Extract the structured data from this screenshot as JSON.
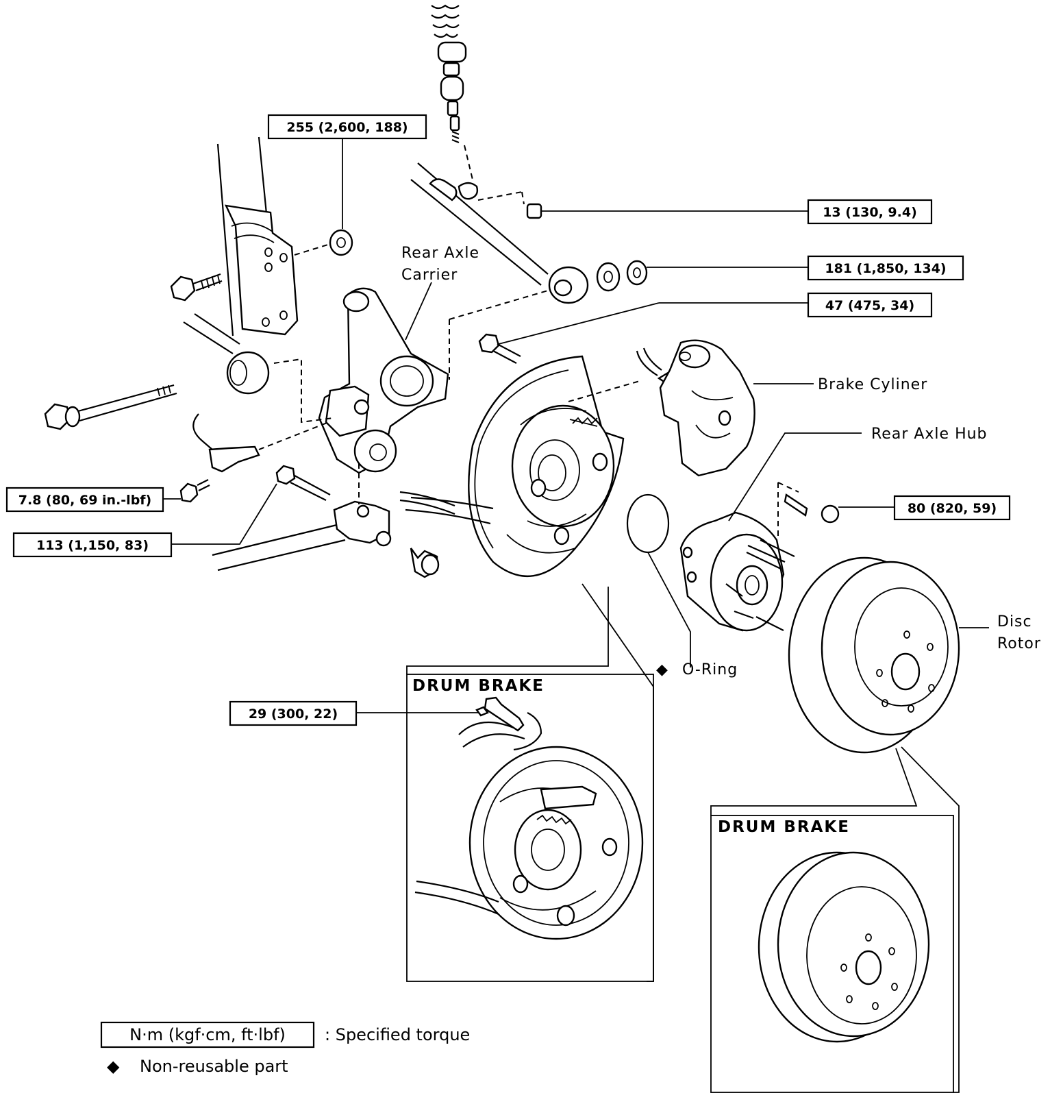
{
  "torque_specs": {
    "t255": "255 (2,600, 188)",
    "t13": "13 (130, 9.4)",
    "t181": "181 (1,850, 134)",
    "t47": "47 (475, 34)",
    "t7_8": "7.8 (80, 69 in.-lbf)",
    "t80": "80 (820, 59)",
    "t113": "113 (1,150, 83)",
    "t29": "29 (300, 22)"
  },
  "part_labels": {
    "rear_axle_carrier_1": "Rear Axle",
    "rear_axle_carrier_2": "Carrier",
    "brake_cylinder": "Brake Cyliner",
    "rear_axle_hub": "Rear Axle Hub",
    "disc_rotor_1": "Disc",
    "disc_rotor_2": "Rotor",
    "o_ring": "O-Ring"
  },
  "insets": {
    "drum_brake_left": "DRUM BRAKE",
    "drum_brake_right": "DRUM BRAKE"
  },
  "legend": {
    "unit_box": "N·m (kgf·cm, ft·lbf)",
    "unit_desc": ":  Specified torque",
    "bullet": "◆",
    "nonreusable": "Non-reusable part"
  }
}
